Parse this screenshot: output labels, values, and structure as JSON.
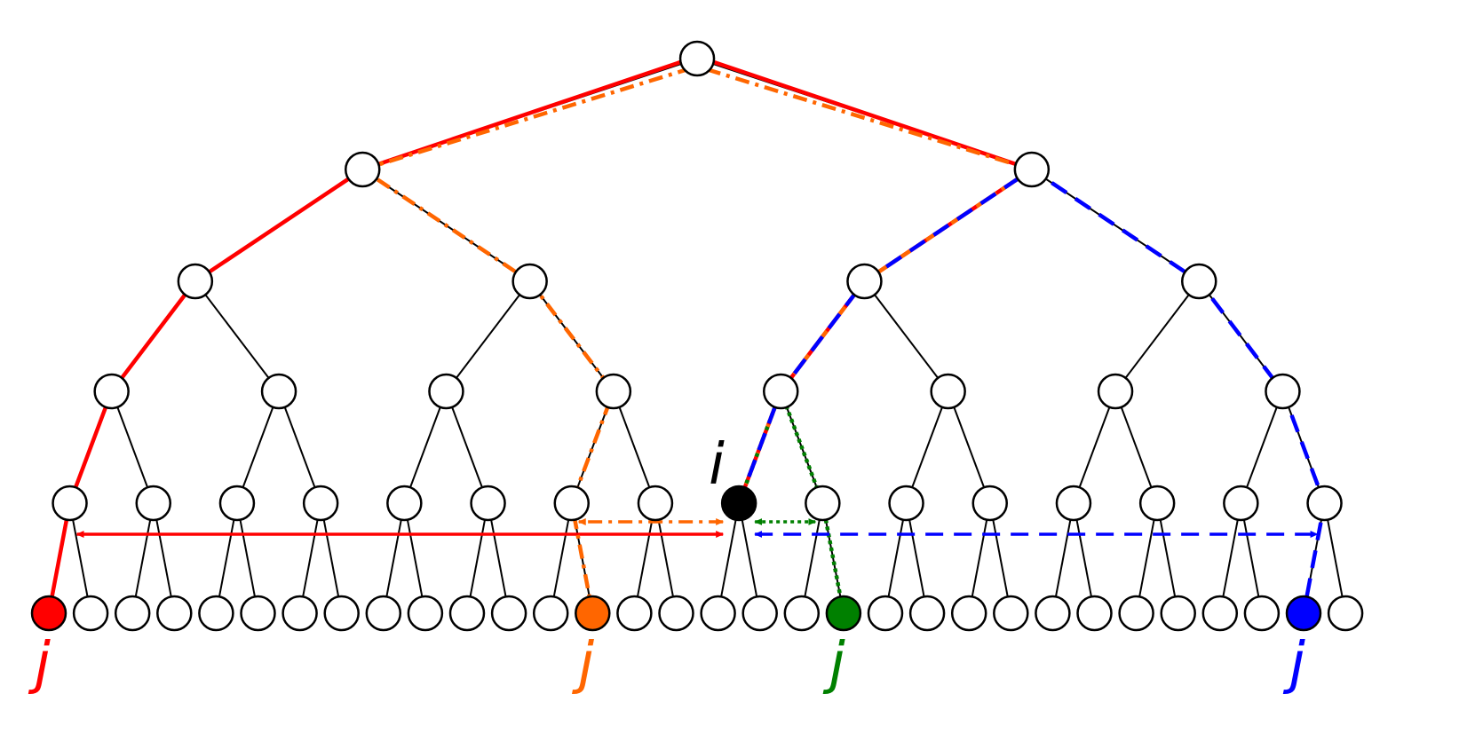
{
  "diagram": {
    "depth": 5,
    "colors": {
      "edge": "#000000",
      "node_fill": "#ffffff",
      "node_stroke": "#000000",
      "red": "#ff0000",
      "orange": "#ff6600",
      "green": "#008000",
      "blue": "#0000ff",
      "source": "#000000"
    },
    "source_node": {
      "label": "i",
      "level": 4,
      "index": 8
    },
    "targets": [
      {
        "label": "j",
        "leaf": 0,
        "color": "red",
        "tree_style": "solid",
        "level_style": "solid"
      },
      {
        "label": "j",
        "leaf": 13,
        "color": "orange",
        "tree_style": "dash-dot",
        "level_style": "dash-dot"
      },
      {
        "label": "j",
        "leaf": 19,
        "color": "green",
        "tree_style": "dotted",
        "level_style": "dotted"
      },
      {
        "label": "j",
        "leaf": 30,
        "color": "blue",
        "tree_style": "dashed",
        "level_style": "dashed"
      }
    ]
  }
}
